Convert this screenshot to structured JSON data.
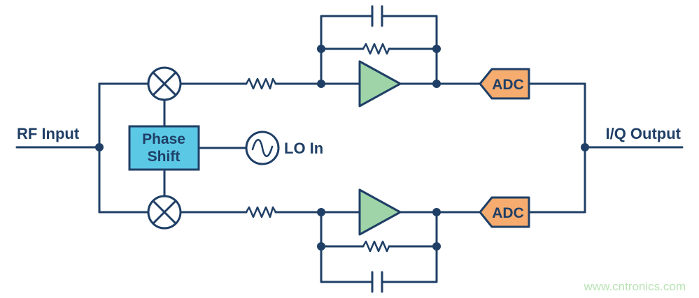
{
  "labels": {
    "rf_input": "RF Input",
    "iq_output": "I/Q Output",
    "lo_in": "LO In",
    "phase_shift_line1": "Phase",
    "phase_shift_line2": "Shift",
    "adc_top": "ADC",
    "adc_bottom": "ADC"
  },
  "watermark": "www.cntronics.com",
  "colors": {
    "line": "#1f3f66",
    "phase_shift_fill": "#5bc8e6",
    "amplifier_fill": "#9fd4a8",
    "adc_fill": "#f6ac6e",
    "watermark": "#b9e3b4"
  }
}
